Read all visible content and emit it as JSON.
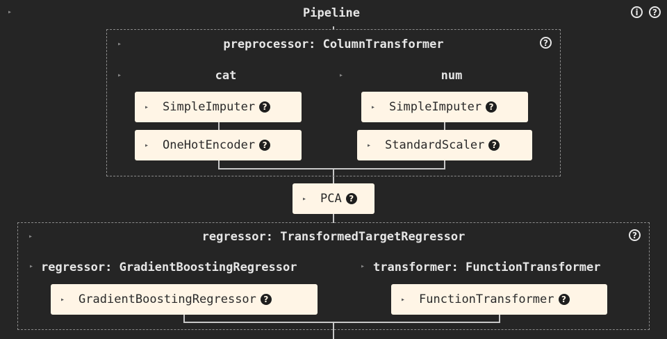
{
  "pipeline": {
    "title": "Pipeline",
    "info_glyph": "i",
    "help_glyph": "?"
  },
  "preprocessor": {
    "title": "preprocessor: ColumnTransformer",
    "help_glyph": "?",
    "branches": [
      {
        "title": "cat",
        "steps": [
          "SimpleImputer",
          "OneHotEncoder"
        ]
      },
      {
        "title": "num",
        "steps": [
          "SimpleImputer",
          "StandardScaler"
        ]
      }
    ]
  },
  "pca": {
    "label": "PCA"
  },
  "regressor": {
    "title": "regressor: TransformedTargetRegressor",
    "help_glyph": "?",
    "branches": [
      {
        "title": "regressor: GradientBoostingRegressor",
        "steps": [
          "GradientBoostingRegressor"
        ]
      },
      {
        "title": "transformer: FunctionTransformer",
        "steps": [
          "FunctionTransformer"
        ]
      }
    ]
  },
  "glyphs": {
    "caret": "▸",
    "help": "?"
  },
  "colors": {
    "background": "#252525",
    "estimator_fill": "#fff5e6",
    "text": "#e6e6e6"
  }
}
